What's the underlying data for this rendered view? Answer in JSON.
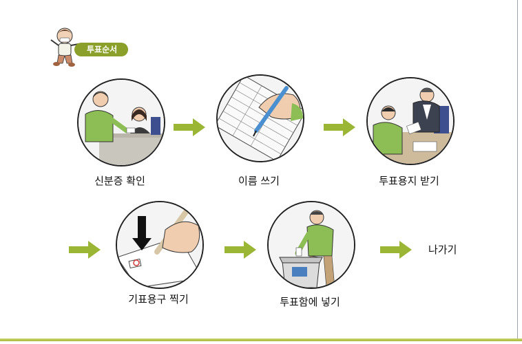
{
  "header": {
    "badge_label": "투표순서"
  },
  "steps": [
    {
      "label": "신분증 확인"
    },
    {
      "label": "이름 쓰기"
    },
    {
      "label": "투표용지 받기"
    },
    {
      "label": "기표용구 찍기"
    },
    {
      "label": "투표함에 넣기"
    },
    {
      "label": "나가기"
    }
  ],
  "colors": {
    "accent": "#8aa02a",
    "arrow": "#9bb535",
    "ballot_box": "#4a7fbf",
    "stamp_mark": "#d33b3b"
  },
  "icons": [
    "kid-mascot-icon",
    "arrow-right-icon",
    "id-check-illustration",
    "signing-illustration",
    "ballot-receive-illustration",
    "stamp-illustration",
    "ballot-box-illustration"
  ]
}
